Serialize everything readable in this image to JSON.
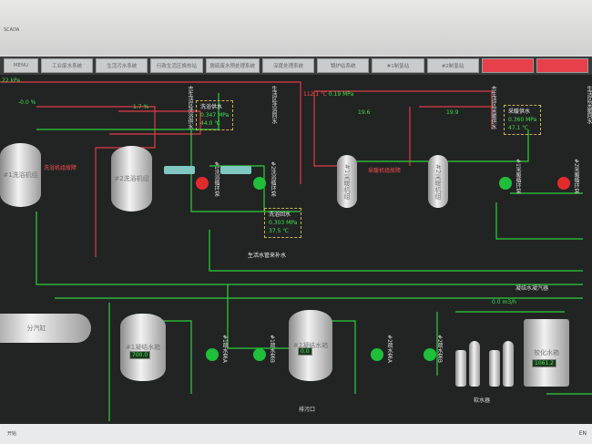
{
  "window": {
    "title": "SCADA"
  },
  "tabs": [
    "MENU",
    "工业废水系统",
    "生活污水系统",
    "行政生活区换热站",
    "脱硫废水预处理系统",
    "深度处理系统",
    "锅炉站系统",
    "#1制氢站",
    "#2制氢站",
    "",
    ""
  ],
  "left": {
    "top_value": "22",
    "top_unit": "kPa",
    "valve1_pct": "-0.0",
    "valve2_pct": "1.7",
    "pct_unit": "%",
    "unit1": "#1洗浴机组",
    "unit2": "#2洗浴机组",
    "fault_label": "洗浴机组故障",
    "supply_label": "洗浴供水",
    "supply_pressure": "0.347",
    "supply_temp": "44.0",
    "return_label": "洗浴回水",
    "return_pressure": "0.303",
    "return_temp": "37.5",
    "pressure_unit": "MPa",
    "temp_unit": "℃",
    "pump1": "#1洗浴循环泵",
    "pump2": "#2洗浴循环泵",
    "pipe_out": "去生活区洗浴供水",
    "pipe_in": "生活区洗浴回水",
    "makeup": "生活水管来补水"
  },
  "right": {
    "temp_readout": "112.1",
    "temp_unit": "℃",
    "pressure_readout": "0.19",
    "pressure_unit": "MPa",
    "valve1_pct": "19.6",
    "valve2_pct": "19.9",
    "unit1": "#1采暖机组",
    "unit2": "#2采暖机组",
    "fault_label": "采暖机组故障",
    "supply_label": "采暖供水",
    "supply_pressure": "0.360",
    "supply_temp": "47.1",
    "pump1": "#1采暖循环泵",
    "pump2": "#2采暖循环泵",
    "pipe_out": "去生活区采暖供水",
    "pipe_in": "生活区采暖回水"
  },
  "bottom": {
    "tank1": "#1凝结水箱",
    "tank1_level": "700.0",
    "tank2": "#2凝结水箱",
    "tank2_level": "0.0",
    "pump1a": "#1疏水泵A",
    "pump1b": "#1疏水泵B",
    "pump2a": "#2疏水泵A",
    "pump2b": "#2疏水泵B",
    "drain": "排污口",
    "to_cond": "凝结水凝汽器",
    "flow": "0.0",
    "flow_unit": "m3/h",
    "softener": "软水器",
    "soft_tank": "软化水箱",
    "soft_level": "1061.2",
    "divider": "分汽缸"
  },
  "taskbar": {
    "left": "开始",
    "right": "EN"
  }
}
